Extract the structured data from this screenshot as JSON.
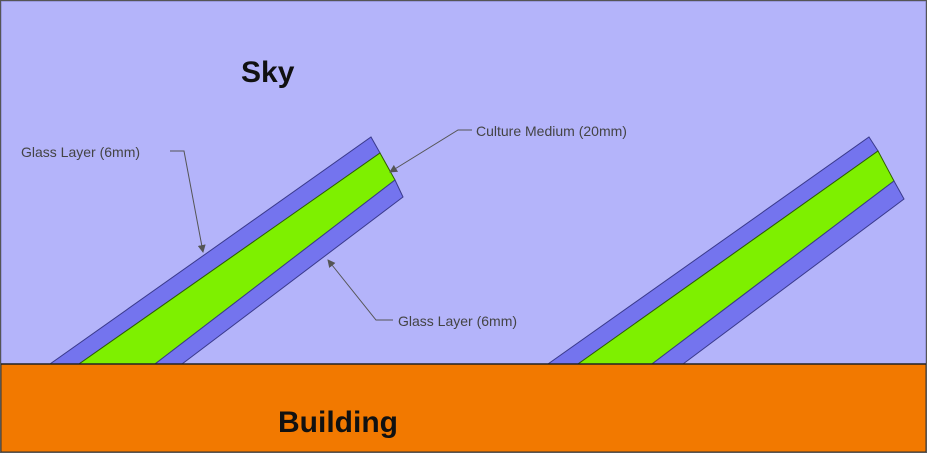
{
  "regions": {
    "sky": {
      "label": "Sky",
      "color": "#b4b4fa"
    },
    "building": {
      "label": "Building",
      "color": "#f27900"
    }
  },
  "layers": {
    "glass_color": "#7474ee",
    "culture_color": "#7ef000",
    "outline_color": "#3a3a8c"
  },
  "annotations": {
    "upper_glass": "Glass Layer (6mm)",
    "culture_medium": "Culture Medium (20mm)",
    "lower_glass": "Glass Layer (6mm)"
  }
}
